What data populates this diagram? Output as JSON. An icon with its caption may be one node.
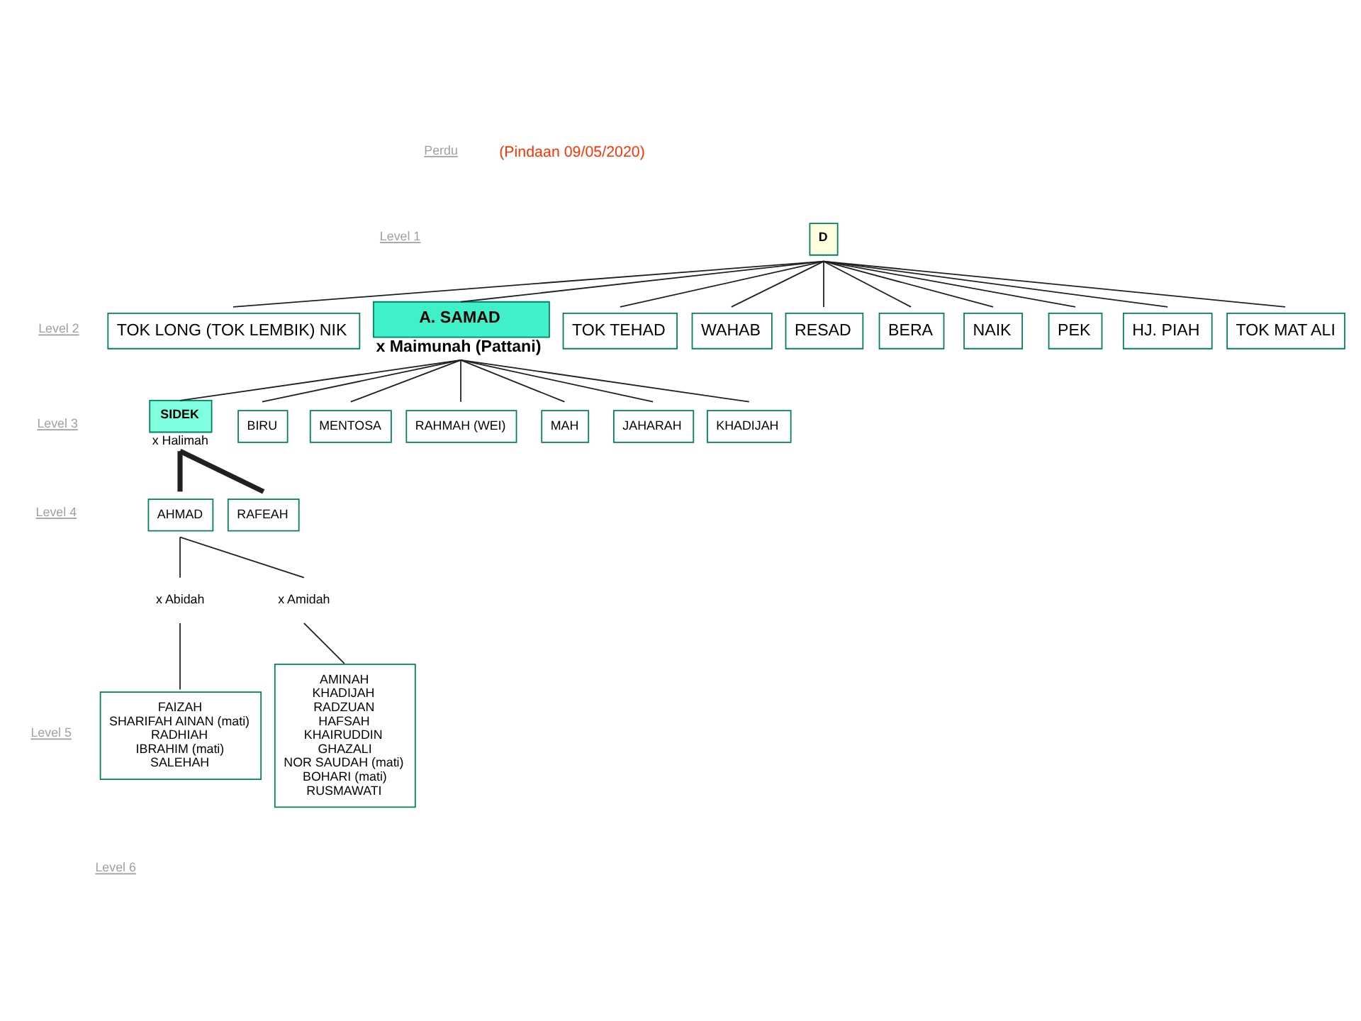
{
  "diagram": {
    "nodes": [
      {
        "text": [
          "D"
        ]
      },
      {
        "text": [
          "TOK LONG (TOK LEMBIK) NIK"
        ]
      },
      {
        "text": [
          "A. SAMAD"
        ],
        "beside": [
          "x Maimunah (Pattani)"
        ]
      },
      {
        "text": [
          "TOK TEHAD"
        ]
      },
      {
        "text": [
          "WAHAB"
        ]
      },
      {
        "text": [
          "RESAD"
        ]
      },
      {
        "text": [
          "BERA"
        ]
      },
      {
        "text": [
          "NAIK"
        ]
      },
      {
        "text": [
          "PEK"
        ]
      },
      {
        "text": [
          "HJ. PIAH"
        ]
      },
      {
        "text": [
          "TOK MAT ALI"
        ]
      },
      {
        "text": [
          "SIDEK"
        ],
        "beside": [
          "x Halimah"
        ]
      },
      {
        "text": [
          "BIRU"
        ]
      },
      {
        "text": [
          "MENTOSA"
        ]
      },
      {
        "text": [
          "RAHMAH (WEI)"
        ]
      },
      {
        "text": [
          "MAH"
        ]
      },
      {
        "text": [
          "JAHARAH"
        ]
      },
      {
        "text": [
          "KHADIJAH"
        ]
      },
      {
        "text": [
          "AHMAD"
        ]
      },
      {
        "text": [
          "RAFEAH"
        ]
      },
      {
        "text": [
          "x Abidah"
        ]
      },
      {
        "text": [
          "x Amidah"
        ]
      },
      {
        "text": [
          "FAIZAH",
          "SHARIFAH AINAN (mati)",
          "RADHIAH",
          "IBRAHIM (mati)",
          "SALEHAH"
        ]
      },
      {
        "text": [
          "AMINAH",
          "KHADIJAH",
          "RADZUAN",
          "HAFSAH",
          "KHAIRUDDIN",
          "GHAZALI",
          "NOR SAUDAH (mati)",
          "BOHARI (mati)",
          "RUSMAWATI"
        ]
      }
    ],
    "edges": [
      {
        "from": 0,
        "to": 1,
        "arrow": "none"
      },
      {
        "from": 0,
        "to": 2,
        "arrow": "none"
      },
      {
        "from": 0,
        "to": 3,
        "arrow": "none"
      },
      {
        "from": 0,
        "to": 4,
        "arrow": "none"
      },
      {
        "from": 0,
        "to": 5,
        "arrow": "none"
      },
      {
        "from": 0,
        "to": 6,
        "arrow": "none"
      },
      {
        "from": 0,
        "to": 7,
        "arrow": "none"
      },
      {
        "from": 0,
        "to": 8,
        "arrow": "none"
      },
      {
        "from": 0,
        "to": 9,
        "arrow": "none"
      },
      {
        "from": 0,
        "to": 10,
        "arrow": "none"
      },
      {
        "from": 2,
        "to": 11,
        "arrow": "none"
      },
      {
        "from": 2,
        "to": 12,
        "arrow": "none"
      },
      {
        "from": 2,
        "to": 13,
        "arrow": "none"
      },
      {
        "from": 2,
        "to": 14,
        "arrow": "none"
      },
      {
        "from": 2,
        "to": 15,
        "arrow": "none"
      },
      {
        "from": 2,
        "to": 16,
        "arrow": "none"
      },
      {
        "from": 2,
        "to": 17,
        "arrow": "none"
      },
      {
        "from": 11,
        "to": 18,
        "arrow": "none",
        "style": "thick"
      },
      {
        "from": 11,
        "to": 19,
        "arrow": "none",
        "style": "thick"
      },
      {
        "from": 18,
        "to": 20,
        "arrow": "none"
      },
      {
        "from": 18,
        "to": 21,
        "arrow": "none"
      },
      {
        "from": 20,
        "to": 22,
        "arrow": "none"
      },
      {
        "from": 21,
        "to": 23,
        "arrow": "none"
      }
    ],
    "labels": [
      "(Pindaan 09/05/2020)",
      "Perdu",
      "Level 1",
      "Level 2",
      "Level 3",
      "Level 4",
      "Level 5",
      "Level 6"
    ]
  }
}
